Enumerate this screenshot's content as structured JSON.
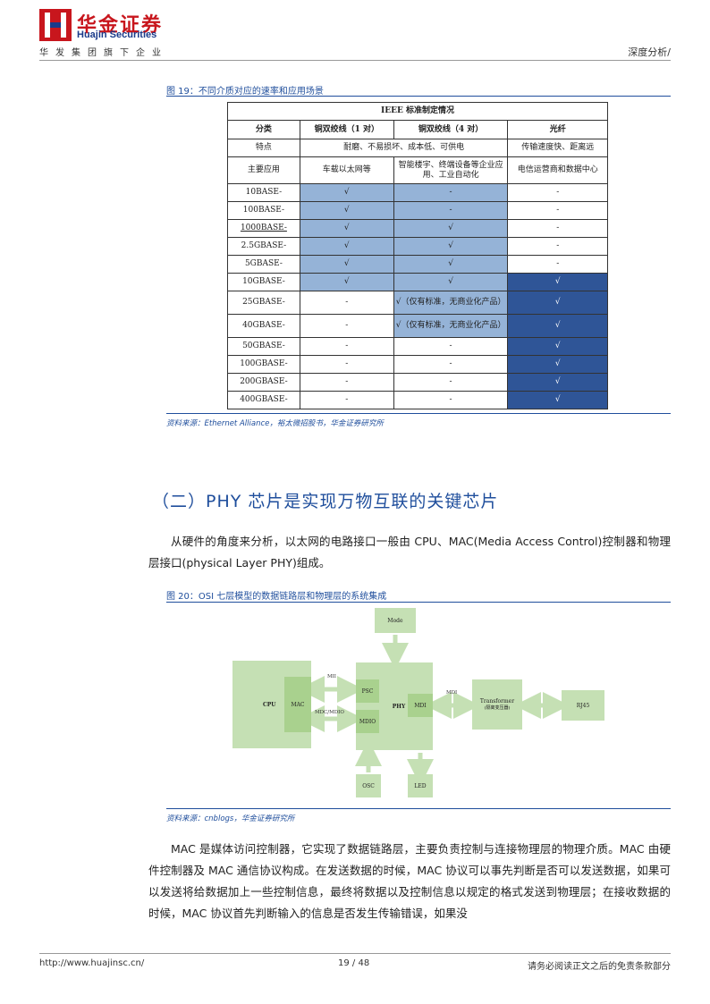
{
  "header": {
    "logo_cn": "华金证券",
    "logo_en": "Huajin Securities",
    "slogan": "华发集团旗下企业",
    "doc_type": "深度分析/"
  },
  "figure19": {
    "caption": "图 19：不同介质对应的速率和应用场景",
    "table_title": "IEEE 标准制定情况",
    "columns": [
      "分类",
      "铜双绞线（1 对）",
      "铜双绞线（4 对）",
      "光纤"
    ],
    "feature": {
      "label": "特点",
      "copper": "耐磨、不易损坏、成本低、可供电",
      "fiber": "传输速度快、距离远"
    },
    "application": {
      "label": "主要应用",
      "c1": "车载以太网等",
      "c4": "智能楼宇、终端设备等企业应用、工业自动化",
      "fiber": "电信运营商和数据中心"
    },
    "rows": [
      {
        "name": "10BASE-",
        "c1": "√",
        "c4": "-",
        "f": "-"
      },
      {
        "name": "100BASE-",
        "c1": "√",
        "c4": "-",
        "f": "-"
      },
      {
        "name": "1000BASE-",
        "c1": "√",
        "c4": "√",
        "f": "-"
      },
      {
        "name": "2.5GBASE-",
        "c1": "√",
        "c4": "√",
        "f": "-"
      },
      {
        "name": "5GBASE-",
        "c1": "√",
        "c4": "√",
        "f": "-"
      },
      {
        "name": "10GBASE-",
        "c1": "√",
        "c4": "√",
        "f": "√"
      },
      {
        "name": "25GBASE-",
        "c1": "-",
        "c4": "√（仅有标准，无商业化产品）",
        "f": "√"
      },
      {
        "name": "40GBASE-",
        "c1": "-",
        "c4": "√（仅有标准，无商业化产品）",
        "f": "√"
      },
      {
        "name": "50GBASE-",
        "c1": "-",
        "c4": "-",
        "f": "√"
      },
      {
        "name": "100GBASE-",
        "c1": "-",
        "c4": "-",
        "f": "√"
      },
      {
        "name": "200GBASE-",
        "c1": "-",
        "c4": "-",
        "f": "√"
      },
      {
        "name": "400GBASE-",
        "c1": "-",
        "c4": "-",
        "f": "√"
      }
    ],
    "source": "资料来源：Ethernet Alliance，裕太微招股书，华金证券研究所"
  },
  "section": {
    "title": "（二）PHY 芯片是实现万物互联的关键芯片",
    "intro": "从硬件的角度来分析，以太网的电路接口一般由 CPU、MAC(Media Access Control)控制器和物理层接口(physical Layer PHY)组成。"
  },
  "figure20": {
    "caption": "图 20：OSI 七层模型的数据链路层和物理层的系统集成",
    "blocks": {
      "mode": "Mode",
      "cpu": "CPU",
      "mac": "MAC",
      "phy": "PHY",
      "psc": "PSC",
      "mdio": "MDIO",
      "mdi": "MDI",
      "transformer": "Transformer",
      "transformer_cn": "(隔离变压器)",
      "rj45": "RJ45",
      "osc": "OSC",
      "led": "LED"
    },
    "labels": {
      "mii": "MII",
      "mdc_mdio": "MDC/MDIO",
      "mdi_link": "MDI"
    },
    "source": "资料来源：cnblogs，华金证券研究所"
  },
  "body": {
    "para": "MAC 是媒体访问控制器，它实现了数据链路层，主要负责控制与连接物理层的物理介质。MAC 由硬件控制器及 MAC 通信协议构成。在发送数据的时候，MAC 协议可以事先判断是否可以发送数据，如果可以发送将给数据加上一些控制信息，最终将数据以及控制信息以规定的格式发送到物理层；在接收数据的时候，MAC 协议首先判断输入的信息是否发生传输错误，如果没"
  },
  "footer": {
    "url": "http://www.huajinsc.cn/",
    "page": "19 / 48",
    "disclaimer": "请务必阅读正文之后的免责条款部分"
  },
  "colors": {
    "brand_red": "#c8161d",
    "brand_blue": "#1a3a8a",
    "caption_blue": "#1f4e9c",
    "cell_light_blue": "#95b3d7",
    "cell_dark_blue": "#2f5597",
    "diagram_green": "#c5e0b4"
  }
}
